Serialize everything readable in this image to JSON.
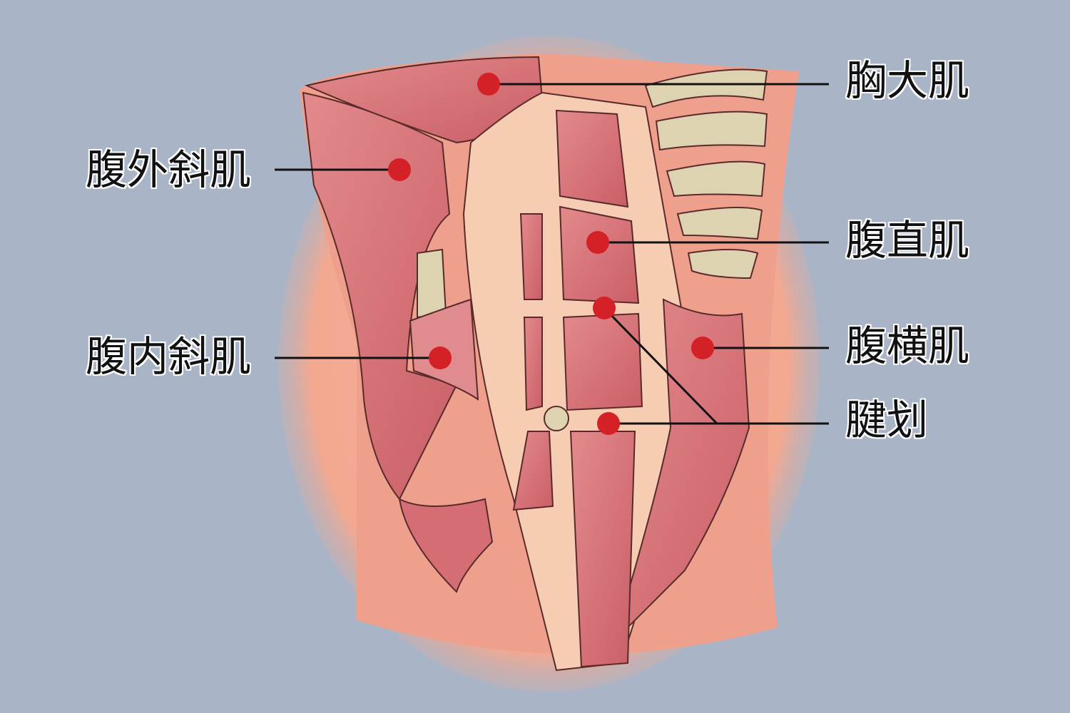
{
  "labels": {
    "pectoralis_major": "胸大肌",
    "external_oblique": "腹外斜肌",
    "rectus_abdominis": "腹直肌",
    "internal_oblique": "腹内斜肌",
    "transversus_abdominis": "腹横肌",
    "tendinous_intersection": "腱划"
  },
  "colors": {
    "background": "#a9b5c7",
    "marker": "#d42027",
    "muscle": "#d9737a",
    "tendon": "#f6cdb2",
    "bone": "#ddd3b0",
    "leader_line": "#111111"
  }
}
